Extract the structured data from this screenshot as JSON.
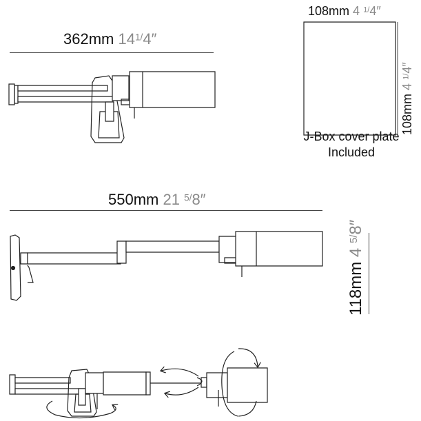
{
  "dimensions": {
    "top_width": {
      "mm": "362mm",
      "in_whole": "14",
      "in_num": "1",
      "in_den": "4",
      "in_mark": "″"
    },
    "plate_width": {
      "mm": "108mm",
      "in_whole": "4",
      "in_num": "1",
      "in_den": "4",
      "in_mark": "″"
    },
    "plate_height": {
      "mm": "108mm",
      "in_whole": "4",
      "in_num": "1",
      "in_den": "4",
      "in_mark": "″"
    },
    "extended_width": {
      "mm": "550mm",
      "in_whole": "21",
      "in_num": "5",
      "in_den": "8",
      "in_mark": "″"
    },
    "height": {
      "mm": "118mm",
      "in_whole": "4",
      "in_num": "5",
      "in_den": "8",
      "in_mark": "″"
    }
  },
  "jbox_note": {
    "line1": "J-Box cover plate",
    "line2": "Included"
  }
}
